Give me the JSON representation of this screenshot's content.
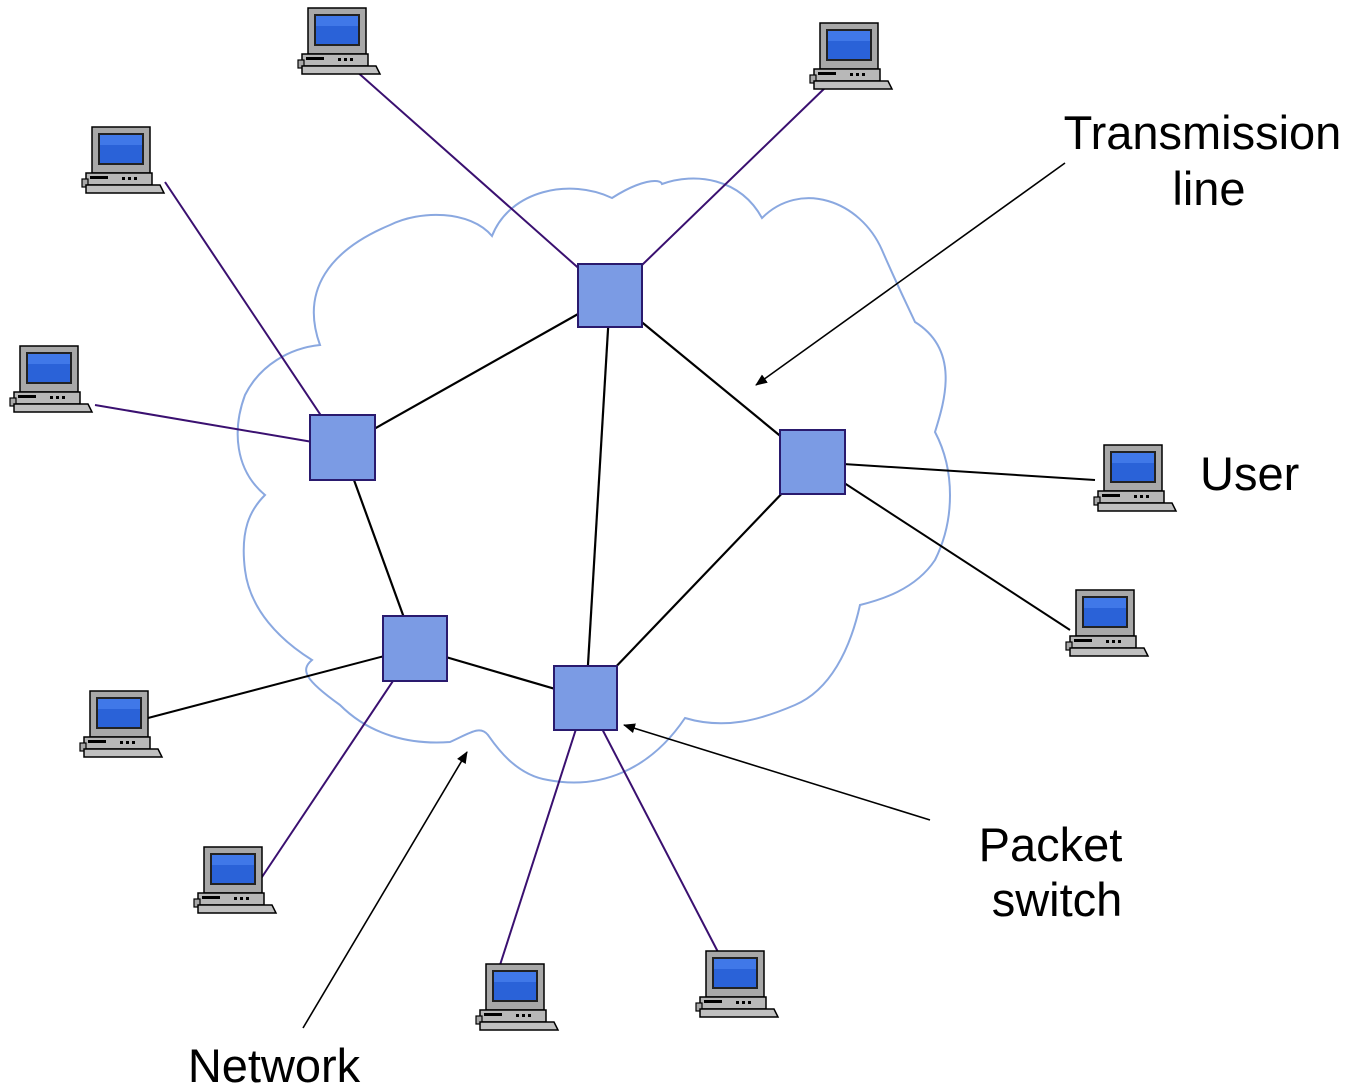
{
  "labels": {
    "transmission_line": [
      "Transmission",
      "line"
    ],
    "user": "User",
    "packet_switch": [
      "Packet",
      "switch"
    ],
    "network": "Network"
  },
  "colors": {
    "cloud_stroke": "#8aa8e0",
    "switch_fill": "#7b9be4",
    "switch_stroke": "#2a1a6e",
    "trunk_line": "#000000",
    "access_line": "#3a1070",
    "screen": "#2a62d8",
    "monitor_body": "#a0a0a0"
  },
  "icons": {
    "switch": "square",
    "user": "desktop-computer-icon"
  }
}
